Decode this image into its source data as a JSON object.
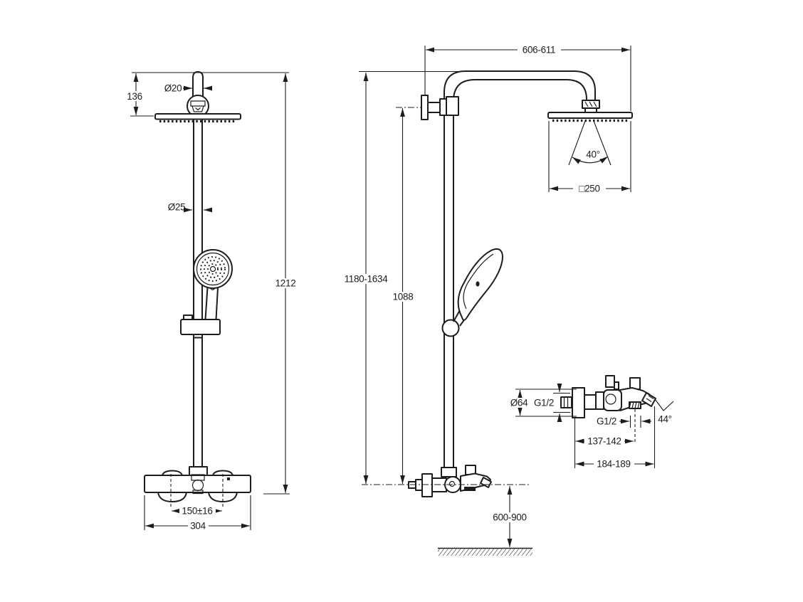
{
  "drawing": {
    "background": "#ffffff",
    "line_color": "#1d1d1d",
    "front_view": {
      "head_offset": "136",
      "top_pipe_diameter": "Ø20",
      "column_diameter": "Ø25",
      "column_height": "1212",
      "inlet_spacing": "150±16",
      "mixer_width": "304"
    },
    "side_view": {
      "arm_projection": "606-611",
      "spray_angle": "40°",
      "head_size": "□250",
      "overall_height": "1180-1634",
      "bracket_height": "1088",
      "mounting_height": "600-900"
    },
    "mixer_detail": {
      "escutcheon_diameter": "Ø64",
      "inlet_thread": "G1/2",
      "outlet_thread": "G1/2",
      "spout_angle": "44°",
      "outlet_distance": "137-142",
      "spout_reach": "184-189"
    }
  }
}
